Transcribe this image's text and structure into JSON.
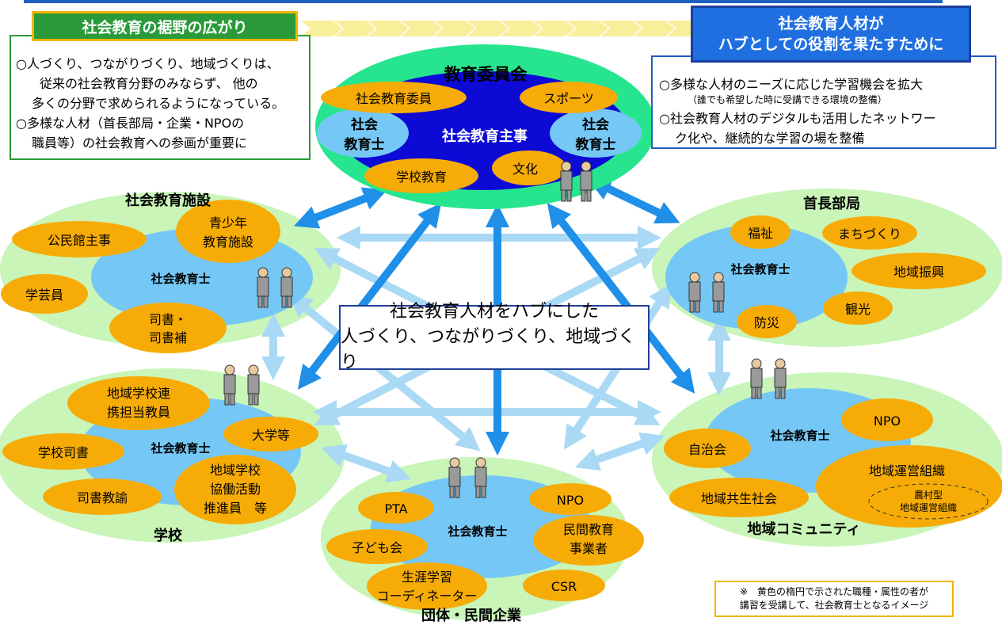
{
  "colors": {
    "green_ellipse": "#c9f5b8",
    "board_green": "#27e58f",
    "blue_ellipse": "#75c8f5",
    "orange": "#f7ab06",
    "navy": "#0d0ad6",
    "arrow_blue": "#1f8fe8",
    "arrow_light": "#a9d9f5"
  },
  "scope": {
    "title": "社会教育の裾野の広がり",
    "lines": [
      "○人づくり、つながりづくり、地域づくりは、",
      "従来の社会教育分野のみならず、 他の",
      "多くの分野で求められるようになっている。",
      "○多様な人材（首長部局・企業・NPOの",
      "職員等）の社会教育への参画が重要に"
    ]
  },
  "hub": {
    "title_line1": "社会教育人材が",
    "title_line2": "ハブとしての役割を果たすために",
    "item1": "○多様な人材のニーズに応じた学習機会を拡大",
    "item1_note": "（誰でも希望した時に受講できる環境の整備）",
    "item2_line1": "○社会教育人材のデジタルも活用したネットワー",
    "item2_line2": "ク化や、継続的な学習の場を整備"
  },
  "center": {
    "line1": "社会教育人材をハブにした",
    "line2": "人づくり、つながりづくり、地域づくり"
  },
  "note": {
    "line1": "※　黄色の楕円で示された職種・属性の者が",
    "line2": "講習を受講して、社会教育士となるイメージ"
  },
  "board": {
    "title": "教育委員会",
    "core": "社会教育主事",
    "left_lines": [
      "社会",
      "教育士"
    ],
    "right_lines": [
      "社会",
      "教育士"
    ],
    "roles": {
      "r1": "社会教育委員",
      "r2": "スポーツ",
      "r3": "学校教育",
      "r4": "文化"
    }
  },
  "facilities": {
    "title": "社会教育施設",
    "core": "社会教育士",
    "roles": {
      "r1": "公民館主事",
      "r2": [
        "青少年",
        "教育施設"
      ],
      "r3": "学芸員",
      "r4": [
        "司書・",
        "司書補"
      ]
    }
  },
  "mayor": {
    "title": "首長部局",
    "core": "社会教育士",
    "roles": {
      "r1": "福祉",
      "r2": "まちづくり",
      "r3": "地域振興",
      "r4": "観光",
      "r5": "防災"
    }
  },
  "school": {
    "title": "学校",
    "core": "社会教育士",
    "roles": {
      "r1": [
        "地域学校連",
        "携担当教員"
      ],
      "r2": "大学等",
      "r3": "学校司書",
      "r4": "司書教諭",
      "r5": [
        "地域学校",
        "協働活動",
        "推進員　等"
      ]
    }
  },
  "community": {
    "title": "地域コミュニティ",
    "core": "社会教育士",
    "roles": {
      "r1": "NPO",
      "r2": "自治会",
      "r3": "地域運営組織",
      "r4": "地域共生社会",
      "r5": [
        "農村型",
        "地域運営組織"
      ]
    }
  },
  "org": {
    "title": "団体・民間企業",
    "core": "社会教育士",
    "roles": {
      "r1": "PTA",
      "r2": "NPO",
      "r3": [
        "民間教育",
        "事業者"
      ],
      "r4": "子ども会",
      "r5": [
        "生涯学習",
        "コーディネーター"
      ],
      "r6": "CSR"
    }
  }
}
